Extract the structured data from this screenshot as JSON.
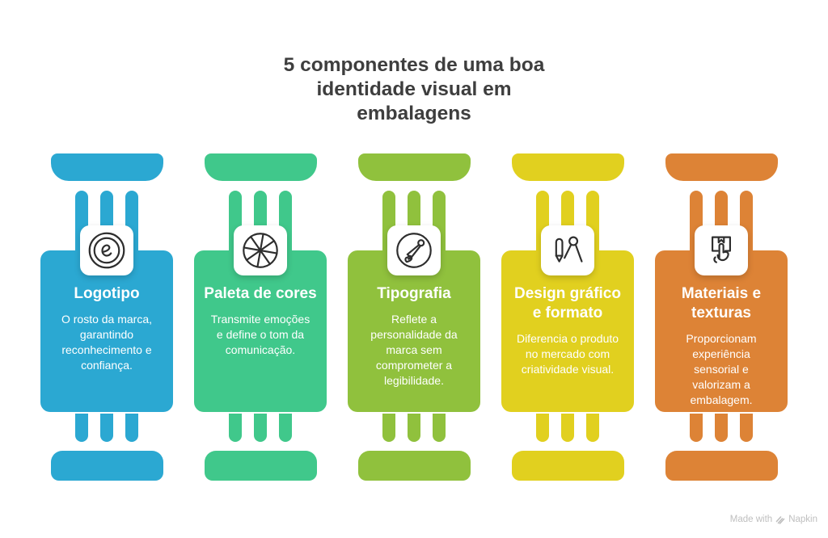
{
  "title": "5 componentes de uma boa identidade visual em embalagens",
  "components": [
    {
      "id": "logotipo",
      "color": "#2BA8D2",
      "icon": "logo-e-icon",
      "title": "Logotipo",
      "description": "O rosto da marca,\ngarantindo\nreconhecimento e\nconfiança."
    },
    {
      "id": "paleta-de-cores",
      "color": "#40C88B",
      "icon": "color-wheel-icon",
      "title": "Paleta de cores",
      "description": "Transmite emoções\ne define o tom da\ncomunicação."
    },
    {
      "id": "tipografia",
      "color": "#90C13D",
      "icon": "pen-heart-icon",
      "title": "Tipografia",
      "description": "Reflete a\npersonalidade da\nmarca sem\ncomprometer a\nlegibilidade."
    },
    {
      "id": "design-grafico-e-formato",
      "color": "#E1D01F",
      "icon": "pencil-compass-icon",
      "title": "Design gráfico\ne formato",
      "description": "Diferencia o produto\nno mercado com\ncriatividade visual."
    },
    {
      "id": "materiais-e-texturas",
      "color": "#DD8336",
      "icon": "package-touch-icon",
      "title": "Materiais e\ntexturas",
      "description": "Proporcionam\nexperiência\nsensorial e\nvalorizam a\nembalagem."
    }
  ],
  "footer": {
    "made_with": "Made with",
    "brand": "Napkin"
  }
}
